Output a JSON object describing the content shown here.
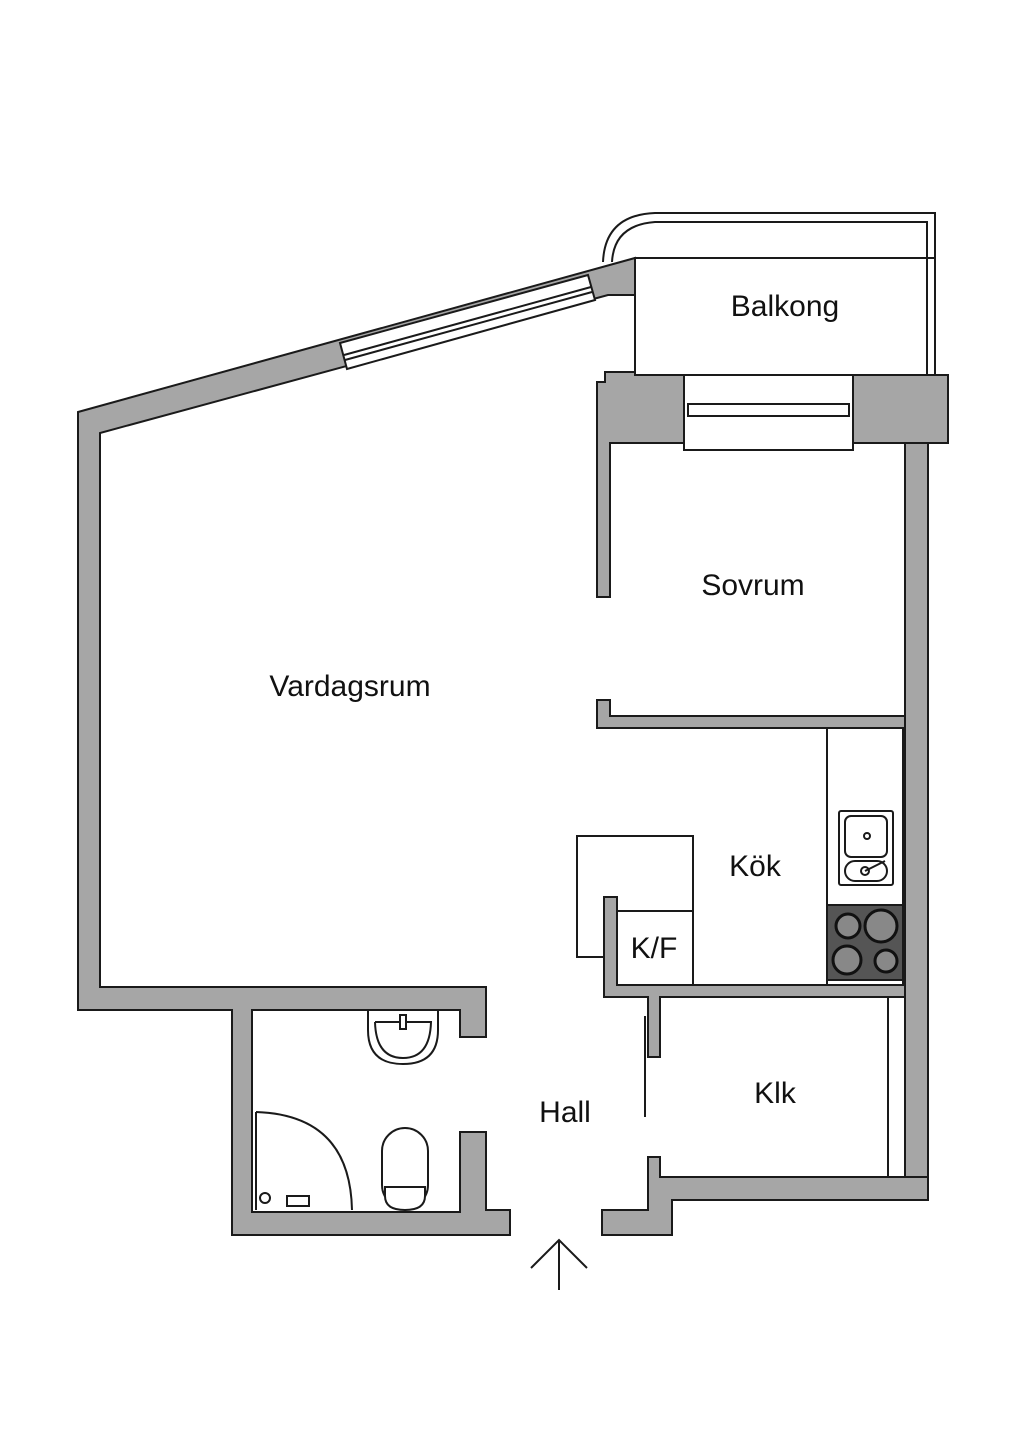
{
  "rooms": {
    "balcony": "Balkong",
    "bedroom": "Sovrum",
    "living_room": "Vardagsrum",
    "kitchen": "Kök",
    "fridge_freezer": "K/F",
    "hall": "Hall",
    "closet": "Klk"
  },
  "colors": {
    "wall": "#a6a6a6",
    "stove": "#555555",
    "line": "#1a1a1a"
  }
}
